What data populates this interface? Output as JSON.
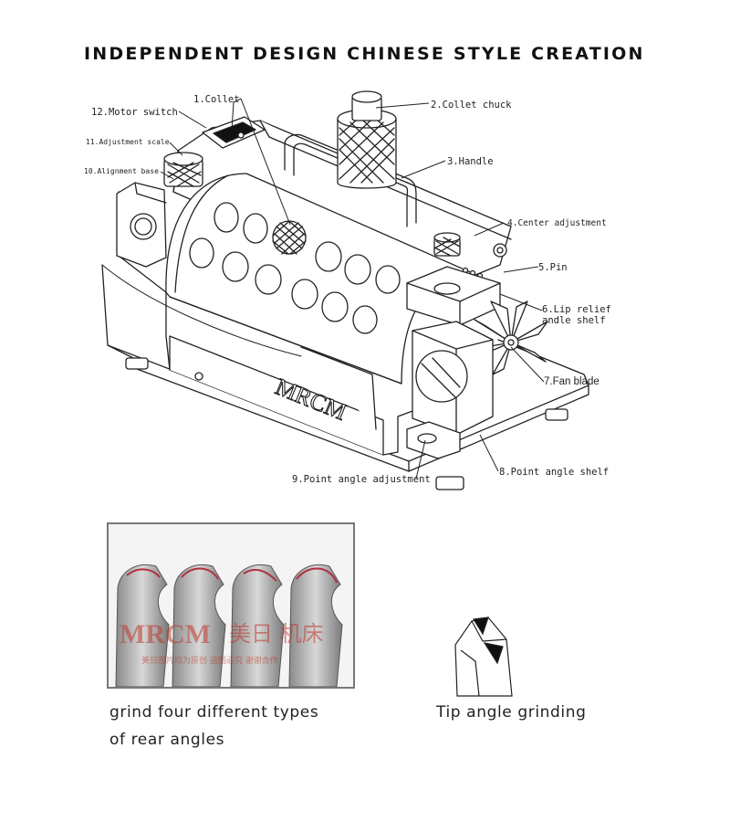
{
  "title": "INDEPENDENT DESIGN CHINESE STYLE CREATION",
  "labels": {
    "l1": "1.Collet",
    "l2": "2.Collet chuck",
    "l3": "3.Handle",
    "l4": "4.Center adjustment",
    "l5": "5.Pin",
    "l6a": "6.Lip relief",
    "l6b": "andle shelf",
    "l7": "7.Fan blade",
    "l8": "8.Point angle shelf",
    "l9": "9.Point angle adjustment",
    "l10": "10.Alignment base",
    "l11": "11.Adjustment scale",
    "l12": "12.Motor switch"
  },
  "logo": "MRCM",
  "photo": {
    "watermark_brand": "MRCM",
    "watermark_cn": "美日 机床",
    "watermark_sub": "美日图片均为原创  盗图必究  谢谢合作"
  },
  "captions": {
    "left_line1": "grind four different types",
    "left_line2": "of rear angles",
    "right": "Tip angle grinding"
  },
  "colors": {
    "line": "#222222",
    "watermark": "#c0392b",
    "drill_edge": "#b03040"
  }
}
